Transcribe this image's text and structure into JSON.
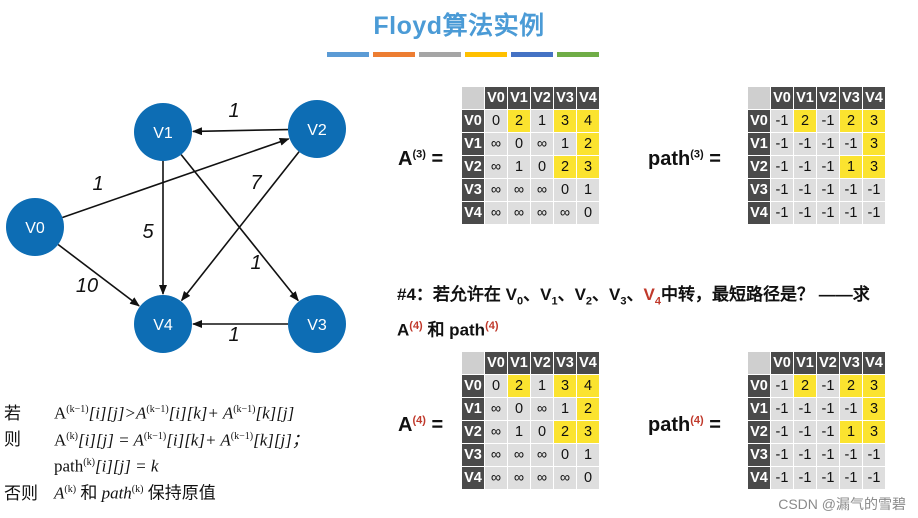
{
  "title": "Floyd算法实例",
  "color_bar": [
    "#5b9bd5",
    "#ed7d31",
    "#a5a5a5",
    "#ffc000",
    "#4472c4",
    "#70ad47"
  ],
  "graph": {
    "nodes": [
      {
        "id": "V0",
        "label": "V0"
      },
      {
        "id": "V1",
        "label": "V1"
      },
      {
        "id": "V2",
        "label": "V2"
      },
      {
        "id": "V3",
        "label": "V3"
      },
      {
        "id": "V4",
        "label": "V4"
      }
    ],
    "edges": [
      {
        "from": "V0",
        "to": "V2",
        "weight": "1"
      },
      {
        "from": "V0",
        "to": "V4",
        "weight": "10"
      },
      {
        "from": "V1",
        "to": "V3",
        "weight": "1"
      },
      {
        "from": "V1",
        "to": "V4",
        "weight": "5"
      },
      {
        "from": "V2",
        "to": "V1",
        "weight": "1"
      },
      {
        "from": "V2",
        "to": "V4",
        "weight": "7"
      },
      {
        "from": "V3",
        "to": "V4",
        "weight": "1"
      }
    ]
  },
  "headers": [
    "V0",
    "V1",
    "V2",
    "V3",
    "V4"
  ],
  "labels": {
    "A3_base": "A",
    "A3_sup": "(3)",
    "path3_base": "path",
    "path3_sup": "(3)",
    "A4_base": "A",
    "A4_sup": "(4)",
    "path4_base": "path",
    "path4_sup": "(4)",
    "eq": "="
  },
  "matrices": {
    "A3": {
      "rows": [
        [
          "0",
          "2",
          "1",
          "3",
          "4"
        ],
        [
          "∞",
          "0",
          "∞",
          "1",
          "2"
        ],
        [
          "∞",
          "1",
          "0",
          "2",
          "3"
        ],
        [
          "∞",
          "∞",
          "∞",
          "0",
          "1"
        ],
        [
          "∞",
          "∞",
          "∞",
          "∞",
          "0"
        ]
      ],
      "highlight": [
        [
          0,
          1
        ],
        [
          0,
          3
        ],
        [
          0,
          4
        ],
        [
          1,
          4
        ],
        [
          2,
          3
        ],
        [
          2,
          4
        ]
      ]
    },
    "path3": {
      "rows": [
        [
          "-1",
          "2",
          "-1",
          "2",
          "3"
        ],
        [
          "-1",
          "-1",
          "-1",
          "-1",
          "3"
        ],
        [
          "-1",
          "-1",
          "-1",
          "1",
          "3"
        ],
        [
          "-1",
          "-1",
          "-1",
          "-1",
          "-1"
        ],
        [
          "-1",
          "-1",
          "-1",
          "-1",
          "-1"
        ]
      ],
      "highlight": [
        [
          0,
          1
        ],
        [
          0,
          3
        ],
        [
          0,
          4
        ],
        [
          1,
          4
        ],
        [
          2,
          3
        ],
        [
          2,
          4
        ]
      ]
    },
    "A4": {
      "rows": [
        [
          "0",
          "2",
          "1",
          "3",
          "4"
        ],
        [
          "∞",
          "0",
          "∞",
          "1",
          "2"
        ],
        [
          "∞",
          "1",
          "0",
          "2",
          "3"
        ],
        [
          "∞",
          "∞",
          "∞",
          "0",
          "1"
        ],
        [
          "∞",
          "∞",
          "∞",
          "∞",
          "0"
        ]
      ],
      "highlight": [
        [
          0,
          1
        ],
        [
          0,
          3
        ],
        [
          0,
          4
        ],
        [
          1,
          4
        ],
        [
          2,
          3
        ],
        [
          2,
          4
        ]
      ]
    },
    "path4": {
      "rows": [
        [
          "-1",
          "2",
          "-1",
          "2",
          "3"
        ],
        [
          "-1",
          "-1",
          "-1",
          "-1",
          "3"
        ],
        [
          "-1",
          "-1",
          "-1",
          "1",
          "3"
        ],
        [
          "-1",
          "-1",
          "-1",
          "-1",
          "-1"
        ],
        [
          "-1",
          "-1",
          "-1",
          "-1",
          "-1"
        ]
      ],
      "highlight": [
        [
          0,
          1
        ],
        [
          0,
          3
        ],
        [
          0,
          4
        ],
        [
          1,
          4
        ],
        [
          2,
          3
        ],
        [
          2,
          4
        ]
      ]
    }
  },
  "question": {
    "prefix": "#4：若允许在 V",
    "sub0": "0",
    "s1": "、V",
    "sub1": "1",
    "s2": "、V",
    "sub2": "2",
    "s3": "、V",
    "sub3": "3",
    "s4": "、",
    "red": "V",
    "subred": "4",
    "suffix": "中转，最短路径是？ ——求",
    "line2_a": "A",
    "line2_a_sup": "(4)",
    "line2_mid": " 和 path",
    "line2_p_sup": "(4)"
  },
  "rule": {
    "if_key": "若",
    "if_text_a": "A",
    "if_sup1": "(k−1)",
    "if_t1": "[i][j]>A",
    "if_sup2": "(k−1)",
    "if_t2": "[i][k]+ A",
    "if_sup3": "(k−1)",
    "if_t3": "[k][j]",
    "then_key": "则",
    "then_a": "A",
    "then_sup1": "(k)",
    "then_t1": "[i][j] = A",
    "then_sup2": "(k−1)",
    "then_t2": "[i][k]+ A",
    "then_sup3": "(k−1)",
    "then_t3": "[k][j]；",
    "path_a": "path",
    "path_sup": "(k)",
    "path_t": "[i][j] = k",
    "else_key": "否则",
    "else_a": "A",
    "else_sup1": "(k)",
    "else_mid": " 和 ",
    "else_p": "path",
    "else_sup2": "(k)",
    "else_t": " 保持原值"
  },
  "watermark": "CSDN @漏气的雪碧"
}
